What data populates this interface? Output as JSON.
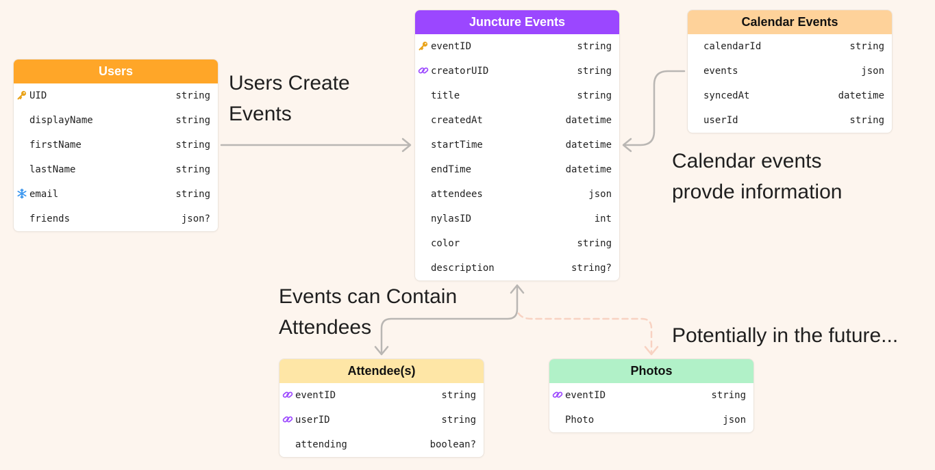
{
  "tables": {
    "users": {
      "title": "Users",
      "color": "#ffa628",
      "title_color": "#ffffff",
      "rows": [
        {
          "icon": "key-icon",
          "name": "UID",
          "type": "string"
        },
        {
          "icon": "",
          "name": "displayName",
          "type": "string"
        },
        {
          "icon": "",
          "name": "firstName",
          "type": "string"
        },
        {
          "icon": "",
          "name": "lastName",
          "type": "string"
        },
        {
          "icon": "snowflake-icon",
          "name": "email",
          "type": "string"
        },
        {
          "icon": "",
          "name": "friends",
          "type": "json?"
        }
      ]
    },
    "juncture_events": {
      "title": "Juncture Events",
      "color": "#9b47ff",
      "title_color": "#ffffff",
      "rows": [
        {
          "icon": "key-icon",
          "name": "eventID",
          "type": "string"
        },
        {
          "icon": "link-icon",
          "name": "creatorUID",
          "type": "string"
        },
        {
          "icon": "",
          "name": "title",
          "type": "string"
        },
        {
          "icon": "",
          "name": "createdAt",
          "type": "datetime"
        },
        {
          "icon": "",
          "name": "startTime",
          "type": "datetime"
        },
        {
          "icon": "",
          "name": "endTime",
          "type": "datetime"
        },
        {
          "icon": "",
          "name": "attendees",
          "type": "json"
        },
        {
          "icon": "",
          "name": "nylasID",
          "type": "int"
        },
        {
          "icon": "",
          "name": "color",
          "type": "string"
        },
        {
          "icon": "",
          "name": "description",
          "type": "string?"
        }
      ]
    },
    "calendar_events": {
      "title": "Calendar Events",
      "color": "#fed29a",
      "title_color": "#111111",
      "rows": [
        {
          "icon": "",
          "name": "calendarId",
          "type": "string"
        },
        {
          "icon": "",
          "name": "events",
          "type": "json"
        },
        {
          "icon": "",
          "name": "syncedAt",
          "type": "datetime"
        },
        {
          "icon": "",
          "name": "userId",
          "type": "string"
        }
      ]
    },
    "attendees": {
      "title": "Attendee(s)",
      "color": "#fee6a6",
      "title_color": "#111111",
      "rows": [
        {
          "icon": "link-icon",
          "name": "eventID",
          "type": "string"
        },
        {
          "icon": "link-icon",
          "name": "userID",
          "type": "string"
        },
        {
          "icon": "",
          "name": "attending",
          "type": "boolean?"
        }
      ]
    },
    "photos": {
      "title": "Photos",
      "color": "#b1f1c8",
      "title_color": "#111111",
      "rows": [
        {
          "icon": "link-icon",
          "name": "eventID",
          "type": "string"
        },
        {
          "icon": "",
          "name": "Photo",
          "type": "json"
        }
      ]
    }
  },
  "annotations": {
    "users_create": [
      "Users Create",
      "Events"
    ],
    "calendar_info": [
      "Calendar events",
      "provde information"
    ],
    "events_contain": [
      "Events can Contain",
      "Attendees"
    ],
    "future": [
      "Potentially in the future..."
    ]
  },
  "colors": {
    "background": "#fdf5ee",
    "connector": "#b9b6b3",
    "future_connector": "#f8d2c2",
    "link_icon": "#9b47ff",
    "key_icon": "#e9a31b",
    "snowflake_icon": "#3d98f0"
  }
}
